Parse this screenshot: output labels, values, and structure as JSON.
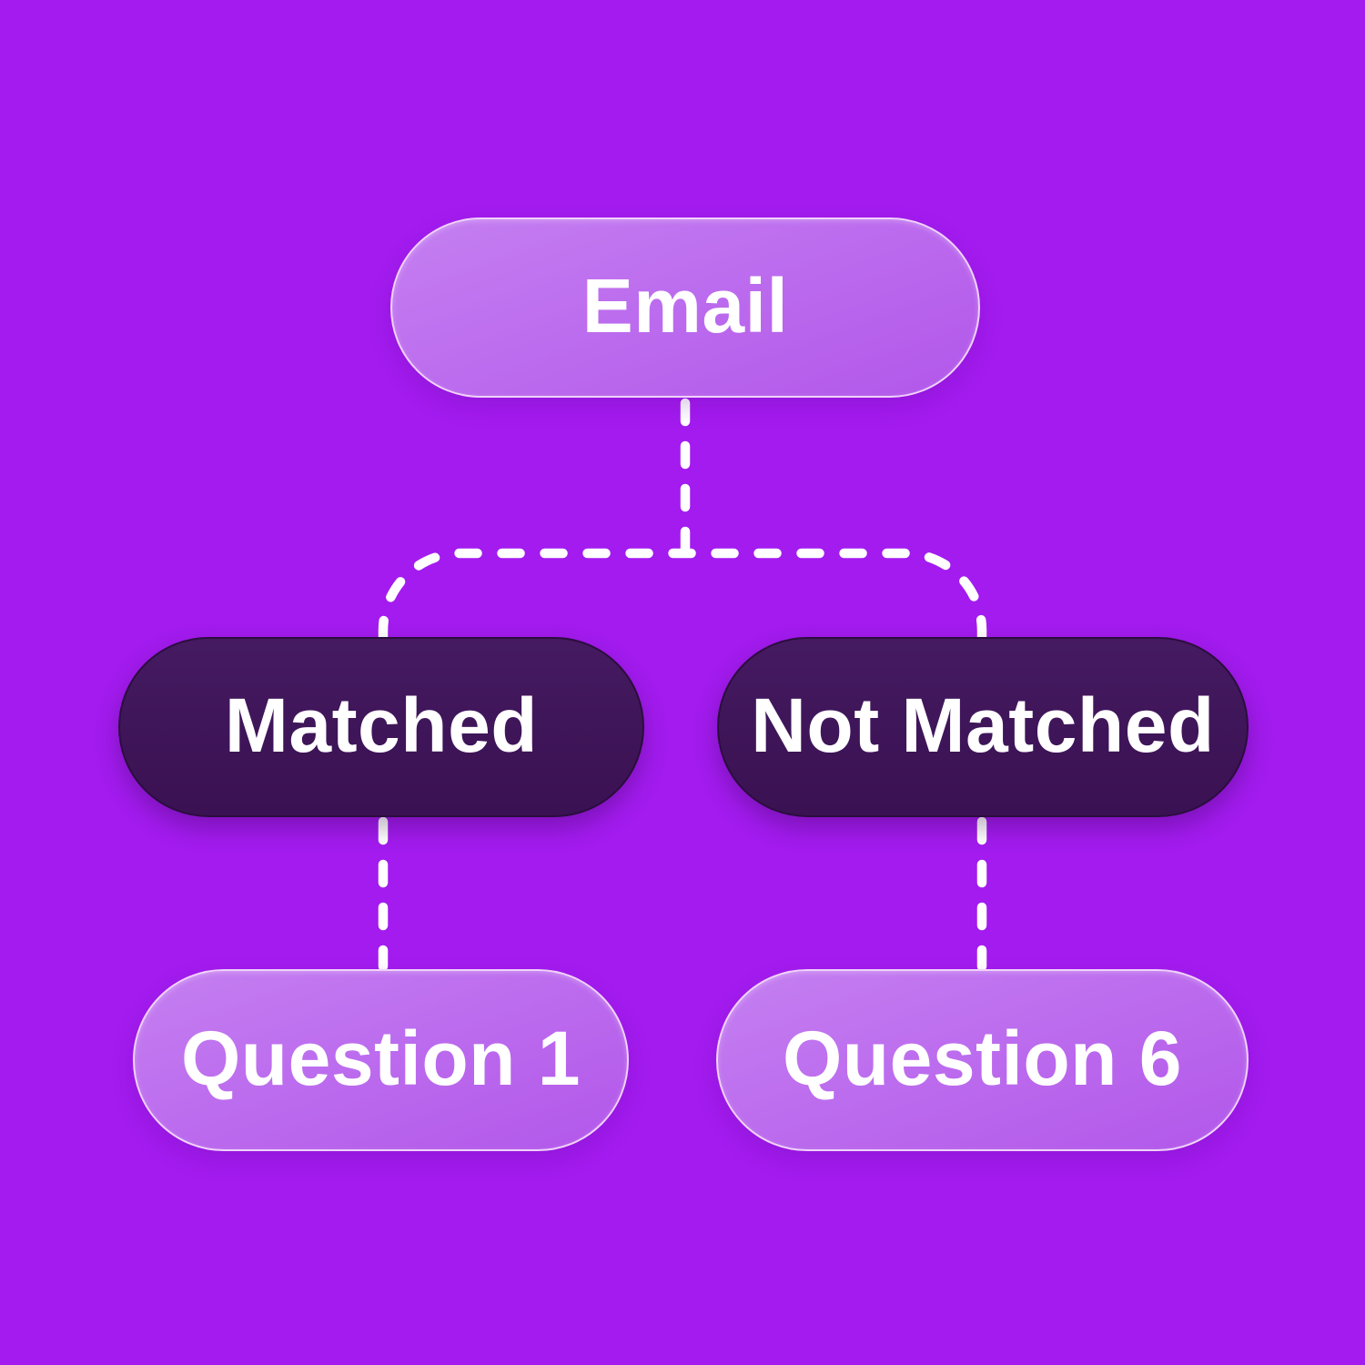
{
  "diagram": {
    "nodes": [
      {
        "id": "email",
        "label": "Email",
        "variant": "light"
      },
      {
        "id": "matched",
        "label": "Matched",
        "variant": "dark"
      },
      {
        "id": "not-matched",
        "label": "Not Matched",
        "variant": "dark"
      },
      {
        "id": "question-1",
        "label": "Question 1",
        "variant": "light"
      },
      {
        "id": "question-6",
        "label": "Question 6",
        "variant": "light"
      }
    ],
    "edges": [
      {
        "from": "email",
        "to": "matched",
        "style": "dashed"
      },
      {
        "from": "email",
        "to": "not-matched",
        "style": "dashed"
      },
      {
        "from": "matched",
        "to": "question-1",
        "style": "dashed"
      },
      {
        "from": "not-matched",
        "to": "question-6",
        "style": "dashed"
      }
    ]
  },
  "colors": {
    "background": "#a31bef",
    "node_light_top": "#c57ff1",
    "node_light_bottom": "#b257ea",
    "node_light_border": "#f0d2fa",
    "node_dark_top": "#451a61",
    "node_dark_bottom": "#3a1152",
    "node_dark_border": "#2b0d3e",
    "node_text": "#ffffff",
    "connector": "#ffffff"
  }
}
